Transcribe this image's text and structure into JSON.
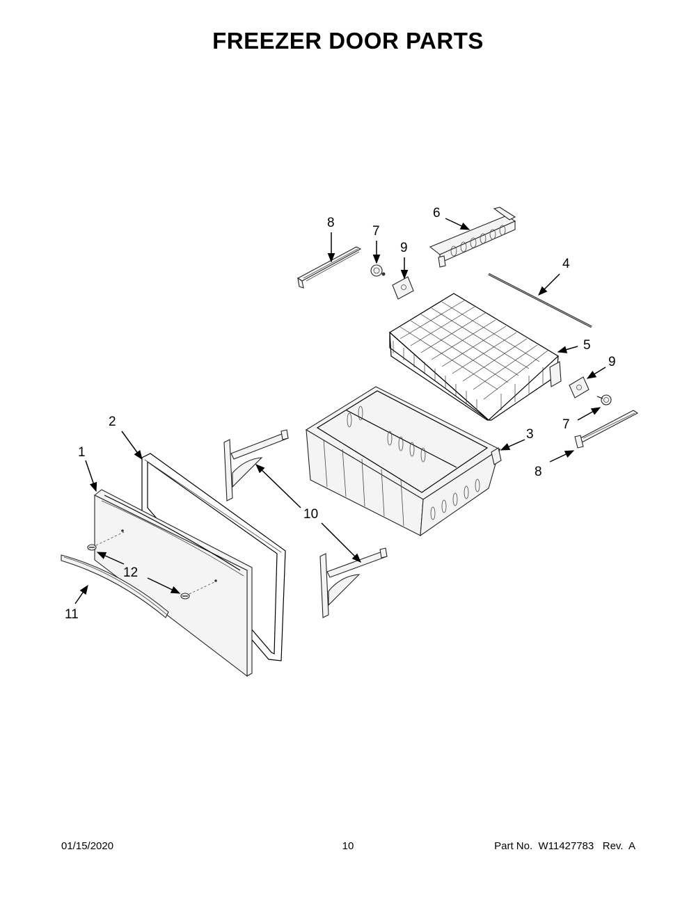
{
  "title": "FREEZER DOOR PARTS",
  "callouts": {
    "c1": "1",
    "c2": "2",
    "c3": "3",
    "c4": "4",
    "c5": "5",
    "c6": "6",
    "c7a": "7",
    "c7b": "7",
    "c8a": "8",
    "c8b": "8",
    "c9a": "9",
    "c9b": "9",
    "c10": "10",
    "c11": "11",
    "c12": "12"
  },
  "footer": {
    "date": "01/15/2020",
    "page": "10",
    "part": "Part No.  W11427783   Rev.  A"
  }
}
